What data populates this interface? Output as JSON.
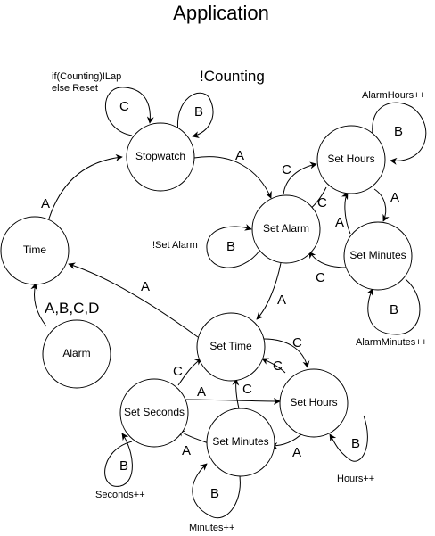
{
  "title": "Application",
  "nodes": {
    "stopwatch": "Stopwatch",
    "time": "Time",
    "alarm": "Alarm",
    "set_alarm": "Set Alarm",
    "alarm_set_hours": "Set Hours",
    "alarm_set_minutes": "Set Minutes",
    "set_time": "Set Time",
    "set_seconds": "Set Seconds",
    "time_set_minutes": "Set Minutes",
    "time_set_hours": "Set Hours"
  },
  "edge_labels": {
    "stopwatch_self_c": "C",
    "stopwatch_self_b": "B",
    "stopwatch_to_set_alarm": "A",
    "time_to_stopwatch": "A",
    "alarm_to_time": "A,B,C,D",
    "set_alarm_self": "B",
    "set_alarm_to_hours": "C",
    "hours_to_set_alarm": "C",
    "alarm_hours_self": "B",
    "alarm_hours_to_minutes": "A",
    "alarm_minutes_to_hours": "A",
    "alarm_minutes_to_set_alarm": "C",
    "alarm_minutes_self": "B",
    "set_alarm_to_set_time": "A",
    "set_time_to_time": "A",
    "set_time_to_hours": "C",
    "hours_to_set_time": "C",
    "minutes_to_set_time": "C",
    "seconds_to_set_time": "C",
    "seconds_to_hours": "A",
    "hours_to_minutes": "A",
    "minutes_to_seconds": "A",
    "seconds_self": "B",
    "minutes_self": "B",
    "hours_self": "B"
  },
  "annotations": {
    "stopwatch_c": "if(Counting)!Lap\nelse Reset",
    "stopwatch_b": "!Counting",
    "set_alarm_b": "!Set Alarm",
    "alarm_hours_b": "AlarmHours++",
    "alarm_minutes_b": "AlarmMinutes++",
    "seconds_b": "Seconds++",
    "minutes_b": "Minutes++",
    "hours_b": "Hours++"
  }
}
